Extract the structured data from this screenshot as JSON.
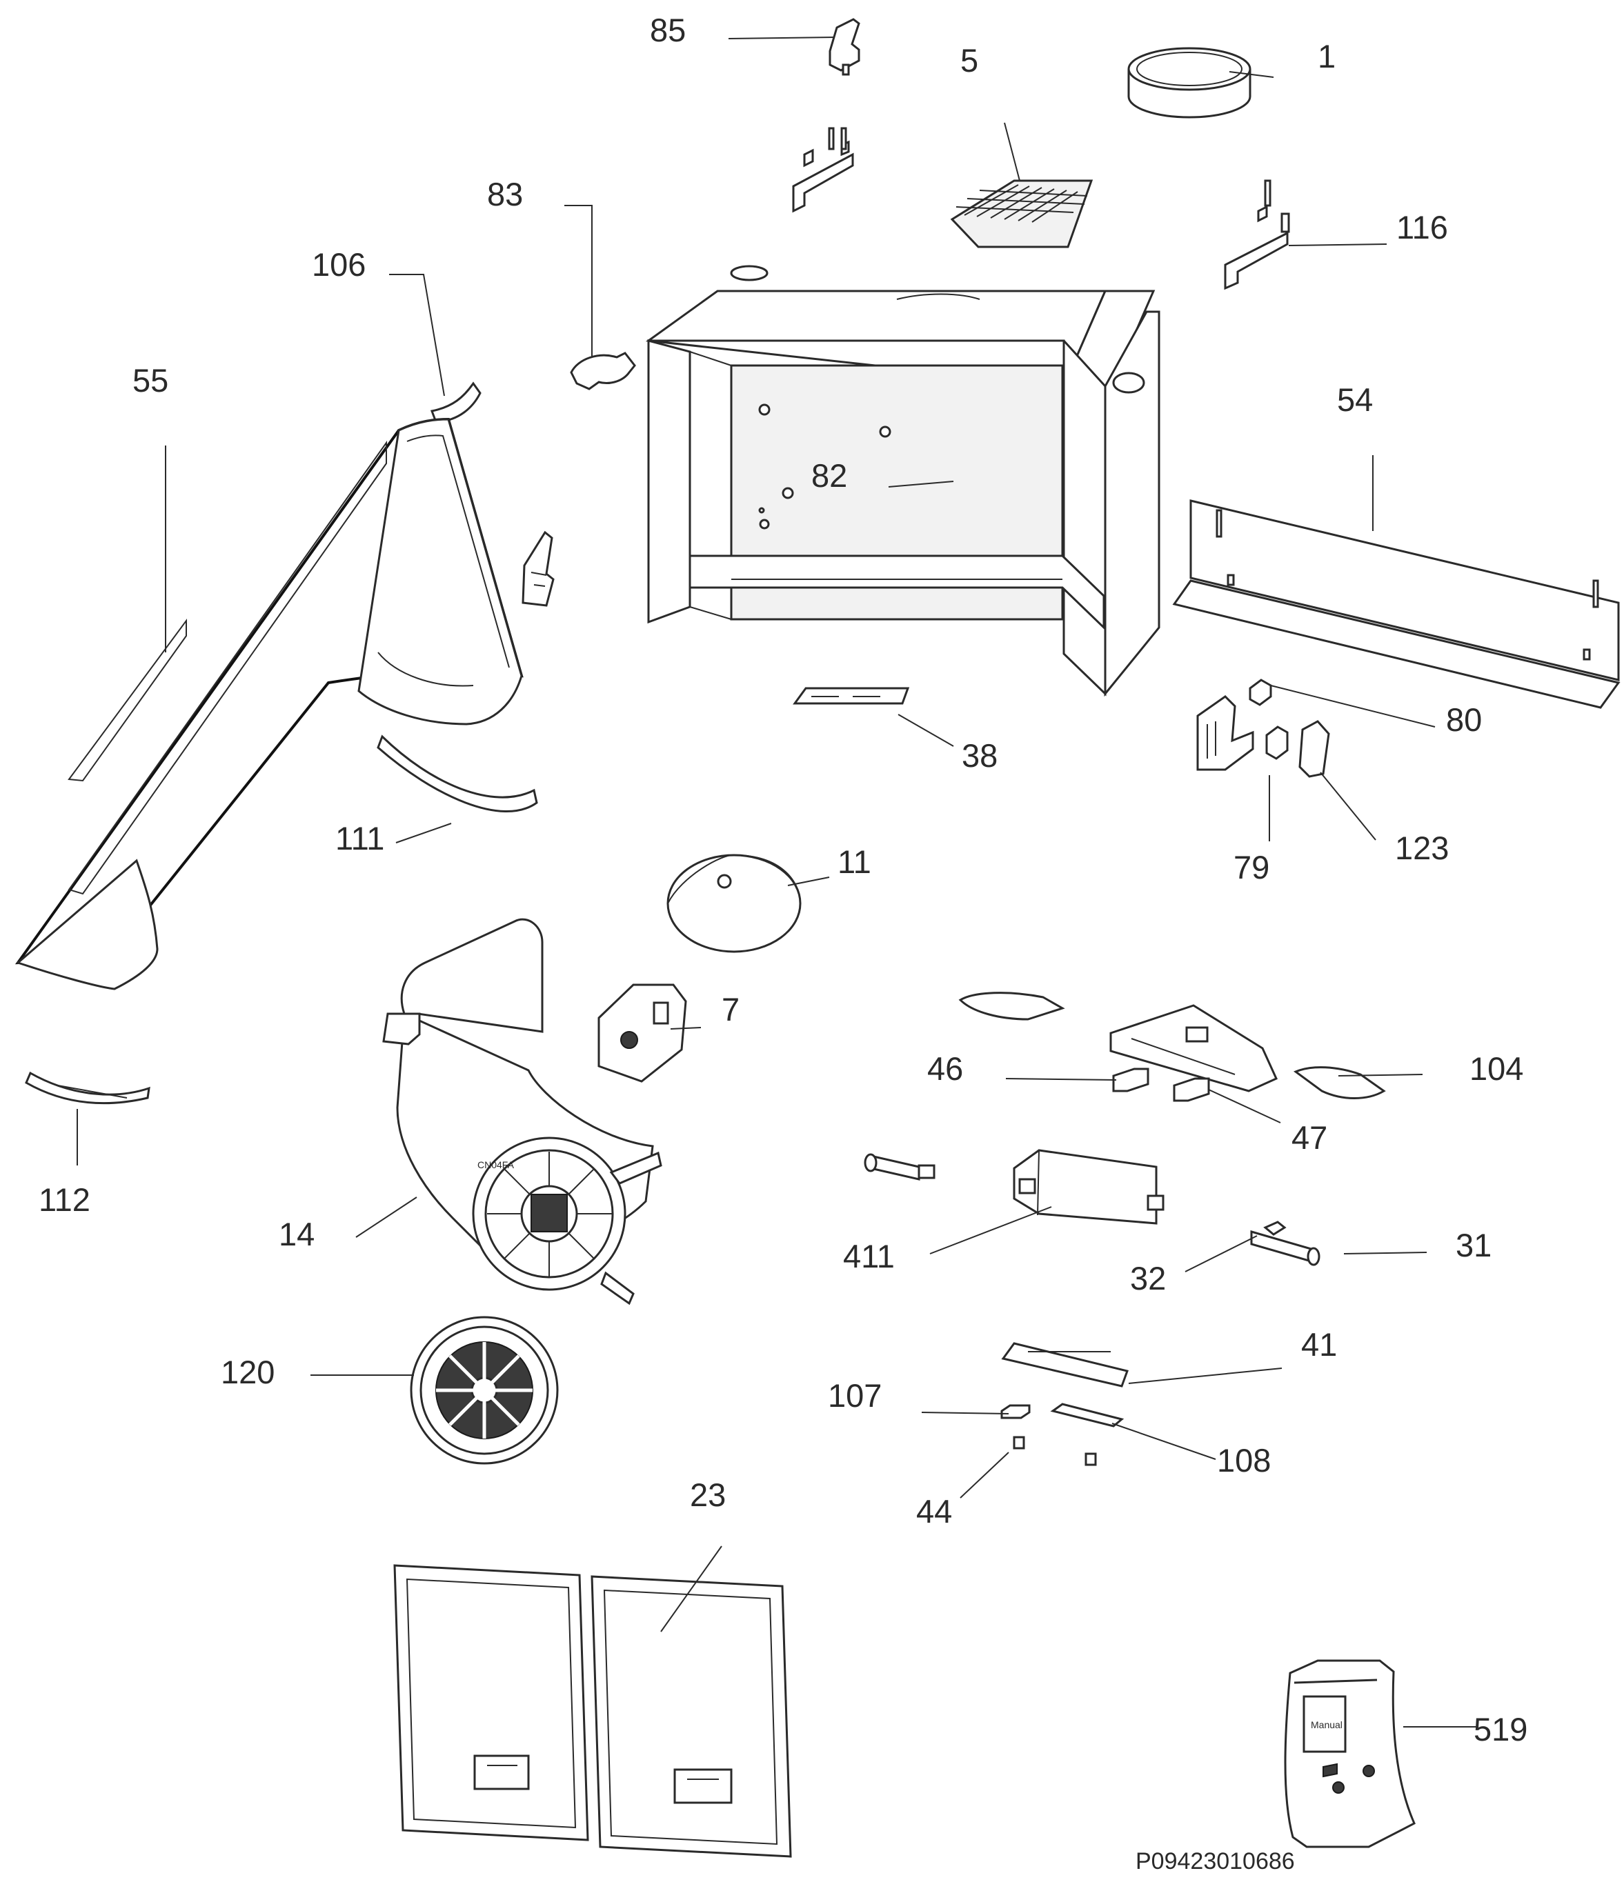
{
  "labels": {
    "l1": "1",
    "l5": "5",
    "l85": "85",
    "l83": "83",
    "l106": "106",
    "l116": "116",
    "l55": "55",
    "l54": "54",
    "l82": "82",
    "l80": "80",
    "l38": "38",
    "l79": "79",
    "l123": "123",
    "l111": "111",
    "l11": "11",
    "l7": "7",
    "l46": "46",
    "l104": "104",
    "l47": "47",
    "l112": "112",
    "l14": "14",
    "l411": "411",
    "l32": "32",
    "l31": "31",
    "l41": "41",
    "l120": "120",
    "l107": "107",
    "l108": "108",
    "l44": "44",
    "l23": "23",
    "l519": "519"
  },
  "drawing_code": "P09423010686",
  "fan_marking": "CN04FA",
  "bag_text": "Manual"
}
